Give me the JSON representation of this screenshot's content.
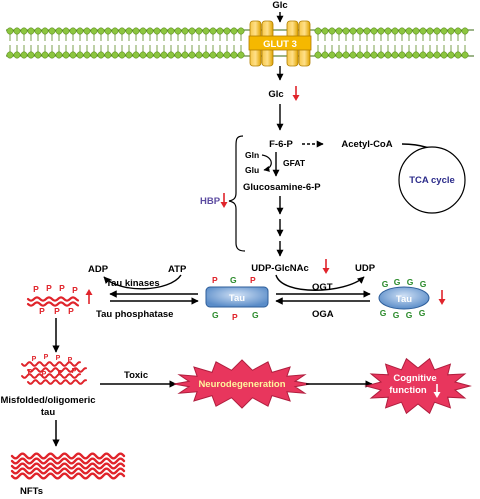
{
  "membrane": {
    "glc_out": "Glc",
    "transporter": "GLUT 3"
  },
  "pathway": {
    "glc_in": "Glc",
    "f6p": "F-6-P",
    "acetyl_coa": "Acetyl-CoA",
    "gln": "Gln",
    "glu": "Glu",
    "gfat": "GFAT",
    "glucosamine": "Glucosamine-6-P",
    "hbp": "HBP",
    "tca": "TCA cycle",
    "udp_glcnac": "UDP-GlcNAc",
    "udp": "UDP",
    "ogt": "OGT",
    "oga": "OGA"
  },
  "tau": {
    "adp": "ADP",
    "atp": "ATP",
    "kinases": "Tau kinases",
    "phosphatase": "Tau phosphatase",
    "label": "Tau",
    "p": "P",
    "g": "G",
    "misfolded_line1": "Misfolded/oligomeric",
    "misfolded_line2": "tau",
    "nfts": "NFTs"
  },
  "outcomes": {
    "toxic": "Toxic",
    "neurodegeneration": "Neurodegeneration",
    "cognitive_line1": "Cognitive",
    "cognitive_line2": "function"
  },
  "colors": {
    "membrane_green": "#7cb518",
    "transporter": "#f5b800",
    "tau_blue": "#6f9fd8",
    "red": "#e0242b",
    "glcnac_green": "#2a8a2a",
    "hbp_purple": "#5b4aa0",
    "tca_navy": "#2b2b8a",
    "burst_pink": "#e8365d",
    "burst_yellow": "#fff59d"
  }
}
